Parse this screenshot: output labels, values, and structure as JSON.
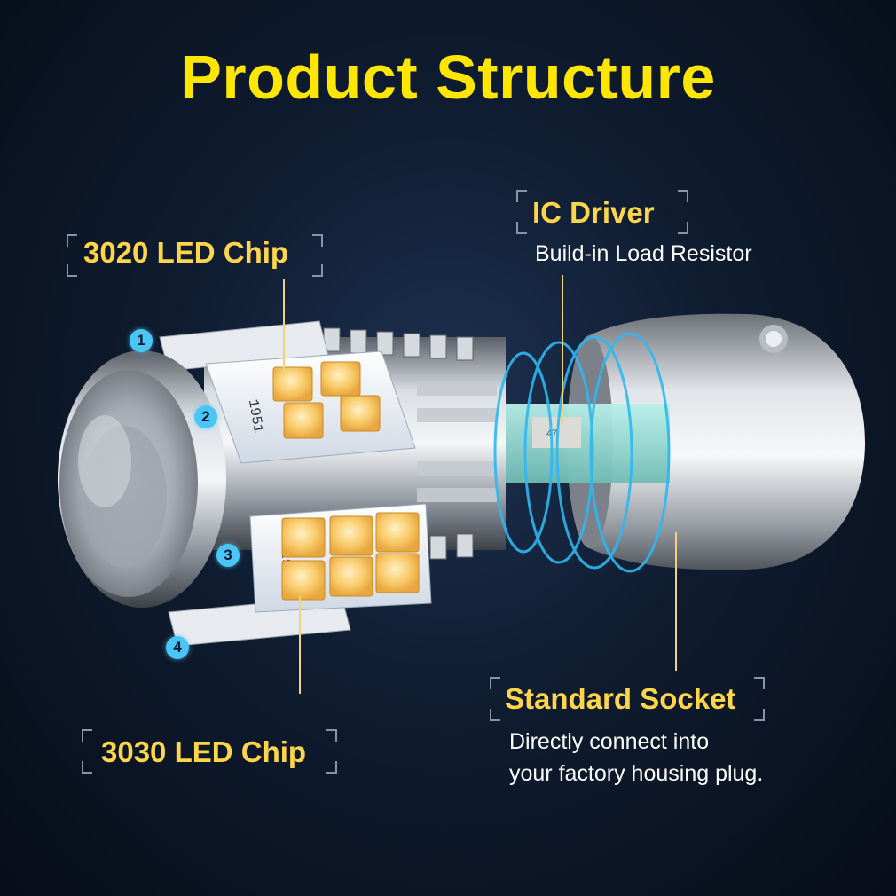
{
  "title": "Product Structure",
  "colors": {
    "title": "#FFE600",
    "label": "#FFD54A",
    "accent_blue": "#2fb7f0",
    "badge": "#49c6f5",
    "leader_line": "#f0d37a"
  },
  "labels": {
    "chip_3020": {
      "title": "3020 LED Chip"
    },
    "ic_driver": {
      "title": "IC Driver",
      "subtitle": "Build-in Load Resistor"
    },
    "socket": {
      "title": "Standard Socket",
      "line1": "Directly connect into",
      "line2": "your factory housing plug."
    },
    "chip_3030": {
      "title": "3030 LED Chip"
    }
  },
  "badges": [
    "1",
    "2",
    "3",
    "4"
  ],
  "pcb_marks": {
    "top": "1951",
    "bottom": "1938"
  },
  "resistor_mark": "47"
}
